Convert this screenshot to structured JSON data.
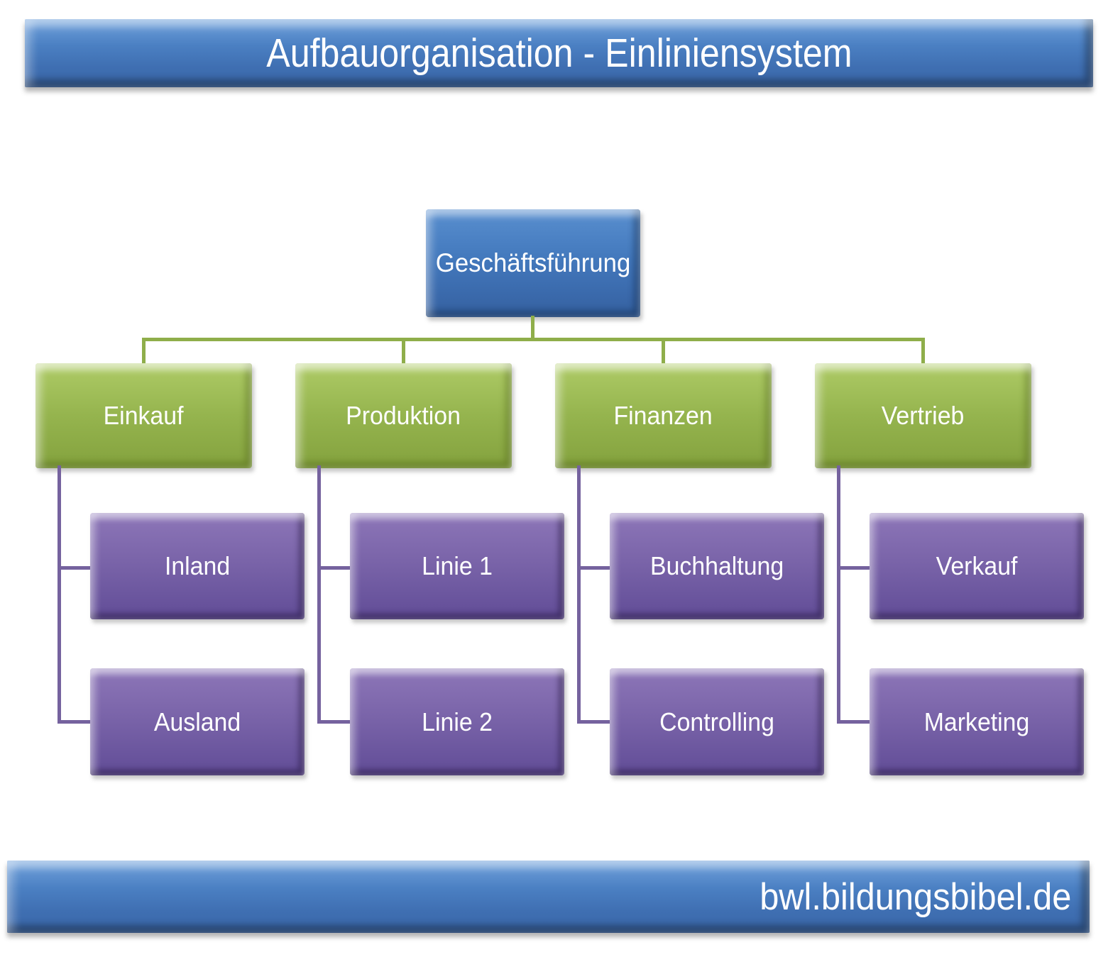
{
  "title_bar": {
    "text": "Aufbauorganisation - Einliniensystem"
  },
  "footer_bar": {
    "text": "bwl.bildungsbibel.de"
  },
  "root": {
    "label": "Geschäftsführung"
  },
  "columns": [
    {
      "label": "Einkauf",
      "children": [
        "Inland",
        "Ausland"
      ]
    },
    {
      "label": "Produktion",
      "children": [
        "Linie 1",
        "Linie 2"
      ]
    },
    {
      "label": "Finanzen",
      "children": [
        "Buchhaltung",
        "Controlling"
      ]
    },
    {
      "label": "Vertrieb",
      "children": [
        "Verkauf",
        "Marketing"
      ]
    }
  ],
  "colors": {
    "banner_blue": "#4b80c3",
    "root_blue": "#4379bd",
    "dept_green": "#95b44e",
    "sub_purple": "#7a64a9",
    "connector_green": "#8fae4a",
    "connector_purple": "#75629e",
    "text": "#ffffff",
    "background": "#ffffff"
  }
}
